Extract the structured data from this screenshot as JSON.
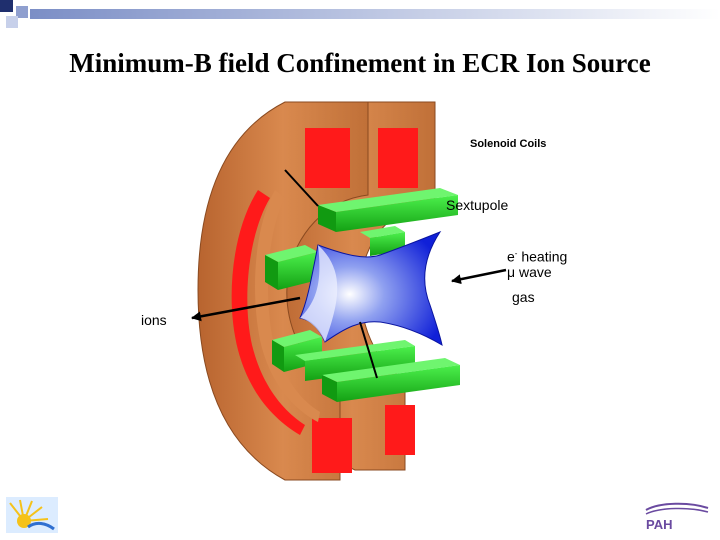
{
  "slide": {
    "title": "Minimum-B field Confinement in ECR Ion Source"
  },
  "diagram": {
    "labels": {
      "solenoid_coils": "Solenoid Coils",
      "sextupole": "Sextupole",
      "heating_e": "e",
      "heating_sup": "-",
      "heating_text": " heating",
      "mu_wave": "μ wave",
      "gas": "gas",
      "ions": "ions"
    }
  },
  "colors": {
    "copper": "#c8743e",
    "coil_red": "#ff1a1a",
    "sextupole_green": "#22cc22",
    "plasma_blue": "#1a2ee8",
    "corner_navy": "#1f2f6e",
    "gradient_blue": "#aab8dc"
  },
  "logos": {
    "left": "sun-rays-logo",
    "right_text": "PAH"
  }
}
